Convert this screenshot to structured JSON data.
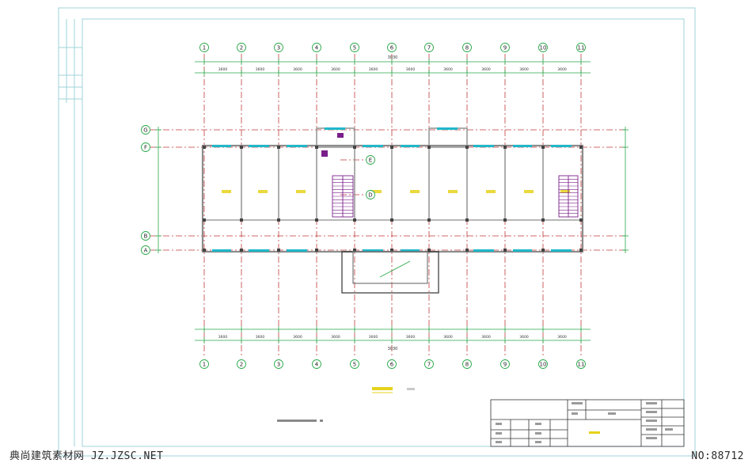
{
  "colors": {
    "frame": "#9fd3d9",
    "axis": "#c23a3a",
    "wall": "#8c8c8c",
    "dimension": "#2aa84a",
    "window": "#1fb8c9",
    "label": "#e6d21a",
    "stair": "#7a1f8a",
    "text": "#333333"
  },
  "axes": {
    "vertical": [
      "1",
      "2",
      "3",
      "4",
      "5",
      "6",
      "7",
      "8",
      "9",
      "10",
      "11"
    ],
    "horizontal": [
      "G",
      "F",
      "E",
      "D",
      "B",
      "A"
    ]
  },
  "dimensions": {
    "overall": "3030",
    "bay": "3600"
  },
  "watermark": {
    "left": "典尚建筑素材网 JZ.JZSC.NET",
    "right": "NO:88712"
  }
}
